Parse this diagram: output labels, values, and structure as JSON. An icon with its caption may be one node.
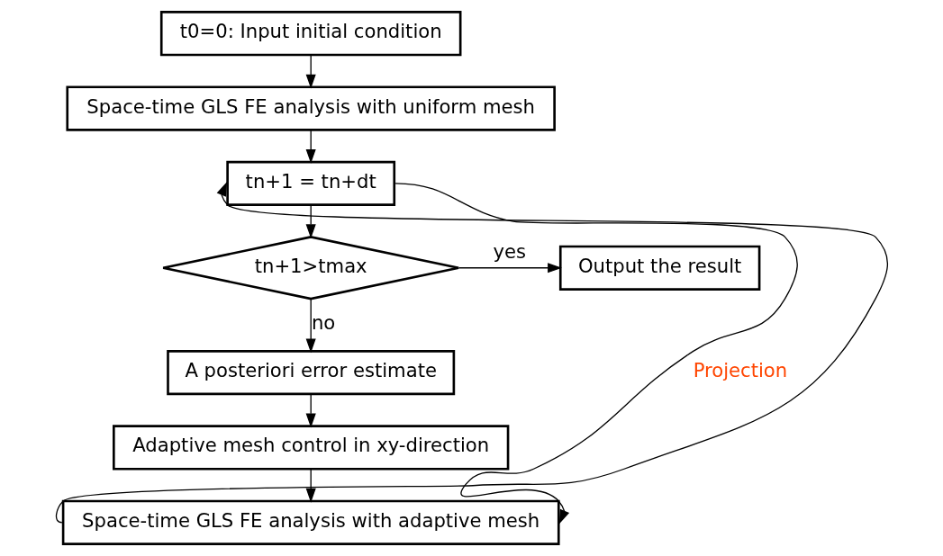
{
  "diagram": {
    "nodes": [
      {
        "text": [
          "t0=0: Input initial condition"
        ]
      },
      {
        "text": [
          "Space-time GLS FE analysis with uniform mesh"
        ]
      },
      {
        "text": [
          "tn+1 = tn+dt"
        ]
      },
      {
        "text": [
          "tn+1>tmax"
        ]
      },
      {
        "text": [
          "Output the result"
        ]
      },
      {
        "text": [
          "A posteriori error estimate"
        ]
      },
      {
        "text": [
          "Adaptive mesh control in xy-direction"
        ]
      },
      {
        "text": [
          "Space-time GLS FE analysis with adaptive mesh"
        ]
      }
    ],
    "edges": [
      {
        "from": 0,
        "to": 1,
        "arrow": "to"
      },
      {
        "from": 1,
        "to": 2,
        "arrow": "to"
      },
      {
        "from": 2,
        "to": 3,
        "arrow": "to"
      },
      {
        "from": 3,
        "to": 4,
        "arrow": "to",
        "label": "yes"
      },
      {
        "from": 3,
        "to": 5,
        "arrow": "to",
        "label": "no"
      },
      {
        "from": 5,
        "to": 6,
        "arrow": "to"
      },
      {
        "from": 6,
        "to": 7,
        "arrow": "to"
      },
      {
        "from": 7,
        "to": 2,
        "arrow": "to"
      },
      {
        "from": 2,
        "to": 7,
        "arrow": "to",
        "label": "Projection"
      }
    ]
  }
}
